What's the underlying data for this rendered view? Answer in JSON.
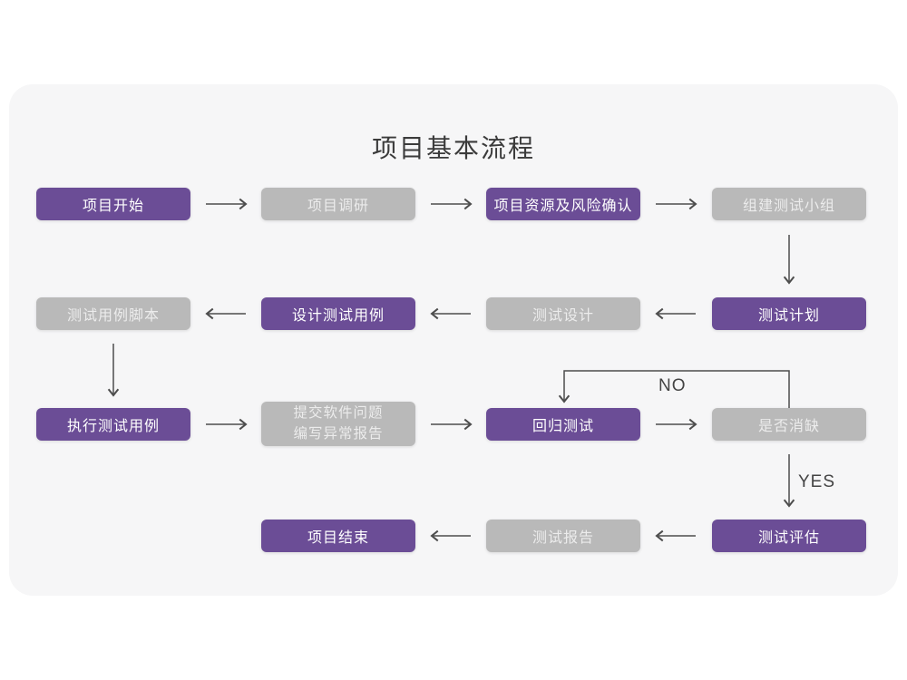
{
  "title": "项目基本流程",
  "colors": {
    "page-bg": "#ffffff",
    "card-bg": "#f6f6f7",
    "purple": "#6b4d96",
    "purple-text": "#ffffff",
    "gray": "#b9b9b9",
    "gray-text": "#ececec",
    "arrow": "#4d4d4d",
    "title-color": "#3b3b3b",
    "label-color": "#444444"
  },
  "nodes": {
    "project_start": {
      "label": "项目开始",
      "variant": "purple"
    },
    "project_research": {
      "label": "项目调研",
      "variant": "gray"
    },
    "resource_risk": {
      "label": "项目资源及风险确认",
      "variant": "purple"
    },
    "build_team": {
      "label": "组建测试小组",
      "variant": "gray"
    },
    "test_plan": {
      "label": "测试计划",
      "variant": "purple"
    },
    "test_design": {
      "label": "测试设计",
      "variant": "gray"
    },
    "design_cases": {
      "label": "设计测试用例",
      "variant": "purple"
    },
    "case_scripts": {
      "label": "测试用例脚本",
      "variant": "gray"
    },
    "execute_cases": {
      "label": "执行测试用例",
      "variant": "purple"
    },
    "submit_issues": {
      "label": "提交软件问题\n编写异常报告",
      "variant": "gray"
    },
    "regression_test": {
      "label": "回归测试",
      "variant": "purple"
    },
    "defect_cleared": {
      "label": "是否消缺",
      "variant": "gray"
    },
    "test_evaluation": {
      "label": "测试评估",
      "variant": "purple"
    },
    "test_report": {
      "label": "测试报告",
      "variant": "gray"
    },
    "project_end": {
      "label": "项目结束",
      "variant": "purple"
    }
  },
  "edges": [
    {
      "from": "project_start",
      "to": "project_research"
    },
    {
      "from": "project_research",
      "to": "resource_risk"
    },
    {
      "from": "resource_risk",
      "to": "build_team"
    },
    {
      "from": "build_team",
      "to": "test_plan"
    },
    {
      "from": "test_plan",
      "to": "test_design"
    },
    {
      "from": "test_design",
      "to": "design_cases"
    },
    {
      "from": "design_cases",
      "to": "case_scripts"
    },
    {
      "from": "case_scripts",
      "to": "execute_cases"
    },
    {
      "from": "execute_cases",
      "to": "submit_issues"
    },
    {
      "from": "submit_issues",
      "to": "regression_test"
    },
    {
      "from": "regression_test",
      "to": "defect_cleared"
    },
    {
      "from": "defect_cleared",
      "to": "regression_test",
      "label": "NO"
    },
    {
      "from": "defect_cleared",
      "to": "test_evaluation",
      "label": "YES"
    },
    {
      "from": "test_evaluation",
      "to": "test_report"
    },
    {
      "from": "test_report",
      "to": "project_end"
    }
  ]
}
